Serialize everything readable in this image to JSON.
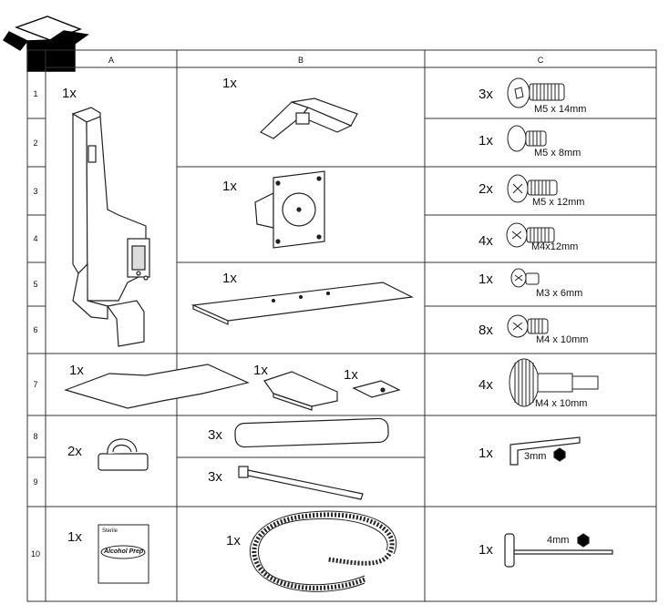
{
  "columns": [
    "A",
    "B",
    "C"
  ],
  "rows": [
    "1",
    "2",
    "3",
    "4",
    "5",
    "6",
    "7",
    "8",
    "9",
    "10"
  ],
  "quantities": {
    "a1": "1x",
    "b1": "1x",
    "b3": "1x",
    "b5": "1x",
    "c1": "3x",
    "c2": "1x",
    "c3": "2x",
    "c4": "4x",
    "c5": "1x",
    "c6": "8x",
    "a7": "1x",
    "b7a": "1x",
    "b7b": "1x",
    "c7": "4x",
    "a8": "2x",
    "b8": "3x",
    "b9": "3x",
    "c8": "1x",
    "a10": "1x",
    "b10": "1x",
    "c10": "1x"
  },
  "sizes": {
    "c1": "M5 x 14mm",
    "c2": "M5 x 8mm",
    "c3": "M5 x 12mm",
    "c4": "M4x12mm",
    "c5": "M3 x 6mm",
    "c6": "M4 x 10mm",
    "c7": "M4 x 10mm",
    "c8": "3mm",
    "c10": "4mm"
  },
  "prep_pad": {
    "top": "Sterile",
    "label": "Alcohol Prep"
  }
}
